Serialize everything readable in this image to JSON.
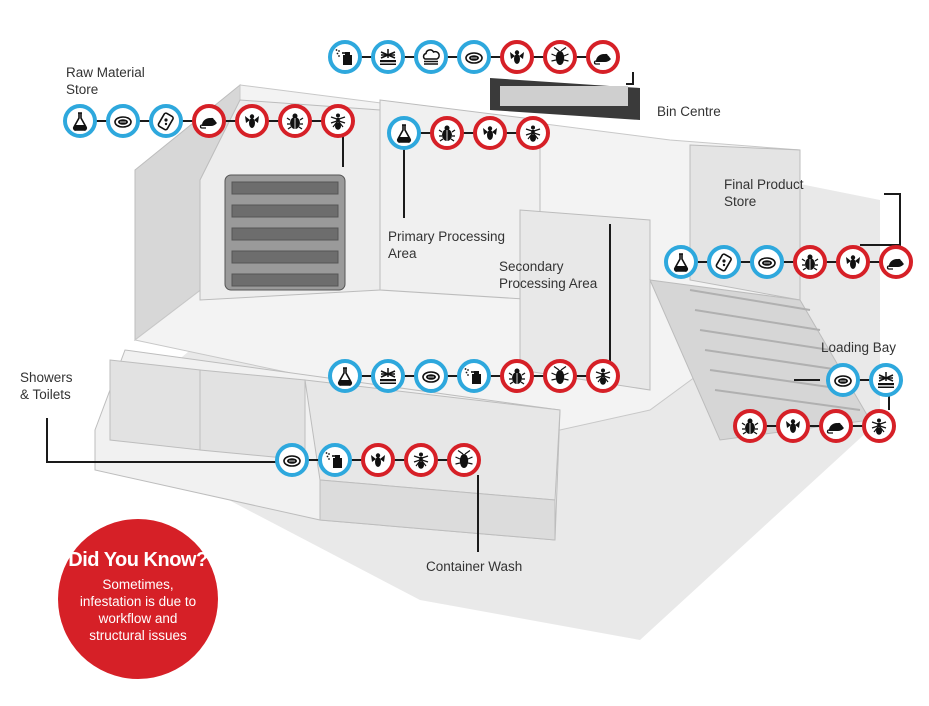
{
  "areas": {
    "raw_material_store": "Raw Material\nStore",
    "bin_centre": "Bin Centre",
    "primary_processing": "Primary Processing\nArea",
    "secondary_processing": "Secondary\nProcessing Area",
    "final_product_store": "Final Product\nStore",
    "loading_bay": "Loading Bay",
    "showers_toilets": "Showers\n& Toilets",
    "container_wash": "Container Wash"
  },
  "callout": {
    "heading": "Did You Know?",
    "body": "Sometimes, infestation is due to workflow and structural issues"
  },
  "colors": {
    "monitoring": "#2ea8dd",
    "pest": "#d62027",
    "line": "#1a1a1a"
  },
  "chains": {
    "bin_centre": [
      "sprayer",
      "uv-trap",
      "cloud-fog",
      "glue-board",
      "fly",
      "cockroach",
      "rodent"
    ],
    "raw_material": [
      "flask",
      "glue-board",
      "monitor-device",
      "rodent",
      "fly",
      "beetle",
      "ant"
    ],
    "primary": [
      "flask",
      "beetle",
      "fly",
      "ant"
    ],
    "final_product": [
      "flask",
      "monitor-device",
      "glue-board",
      "beetle",
      "fly",
      "rodent"
    ],
    "secondary": [
      "flask",
      "uv-trap",
      "glue-board",
      "sprayer",
      "beetle",
      "cockroach",
      "ant"
    ],
    "showers": [
      "glue-board",
      "sprayer",
      "fly",
      "ant",
      "cockroach"
    ],
    "loading_top": [
      "glue-board",
      "uv-trap"
    ],
    "loading_bottom": [
      "beetle",
      "fly",
      "rodent",
      "ant"
    ]
  }
}
